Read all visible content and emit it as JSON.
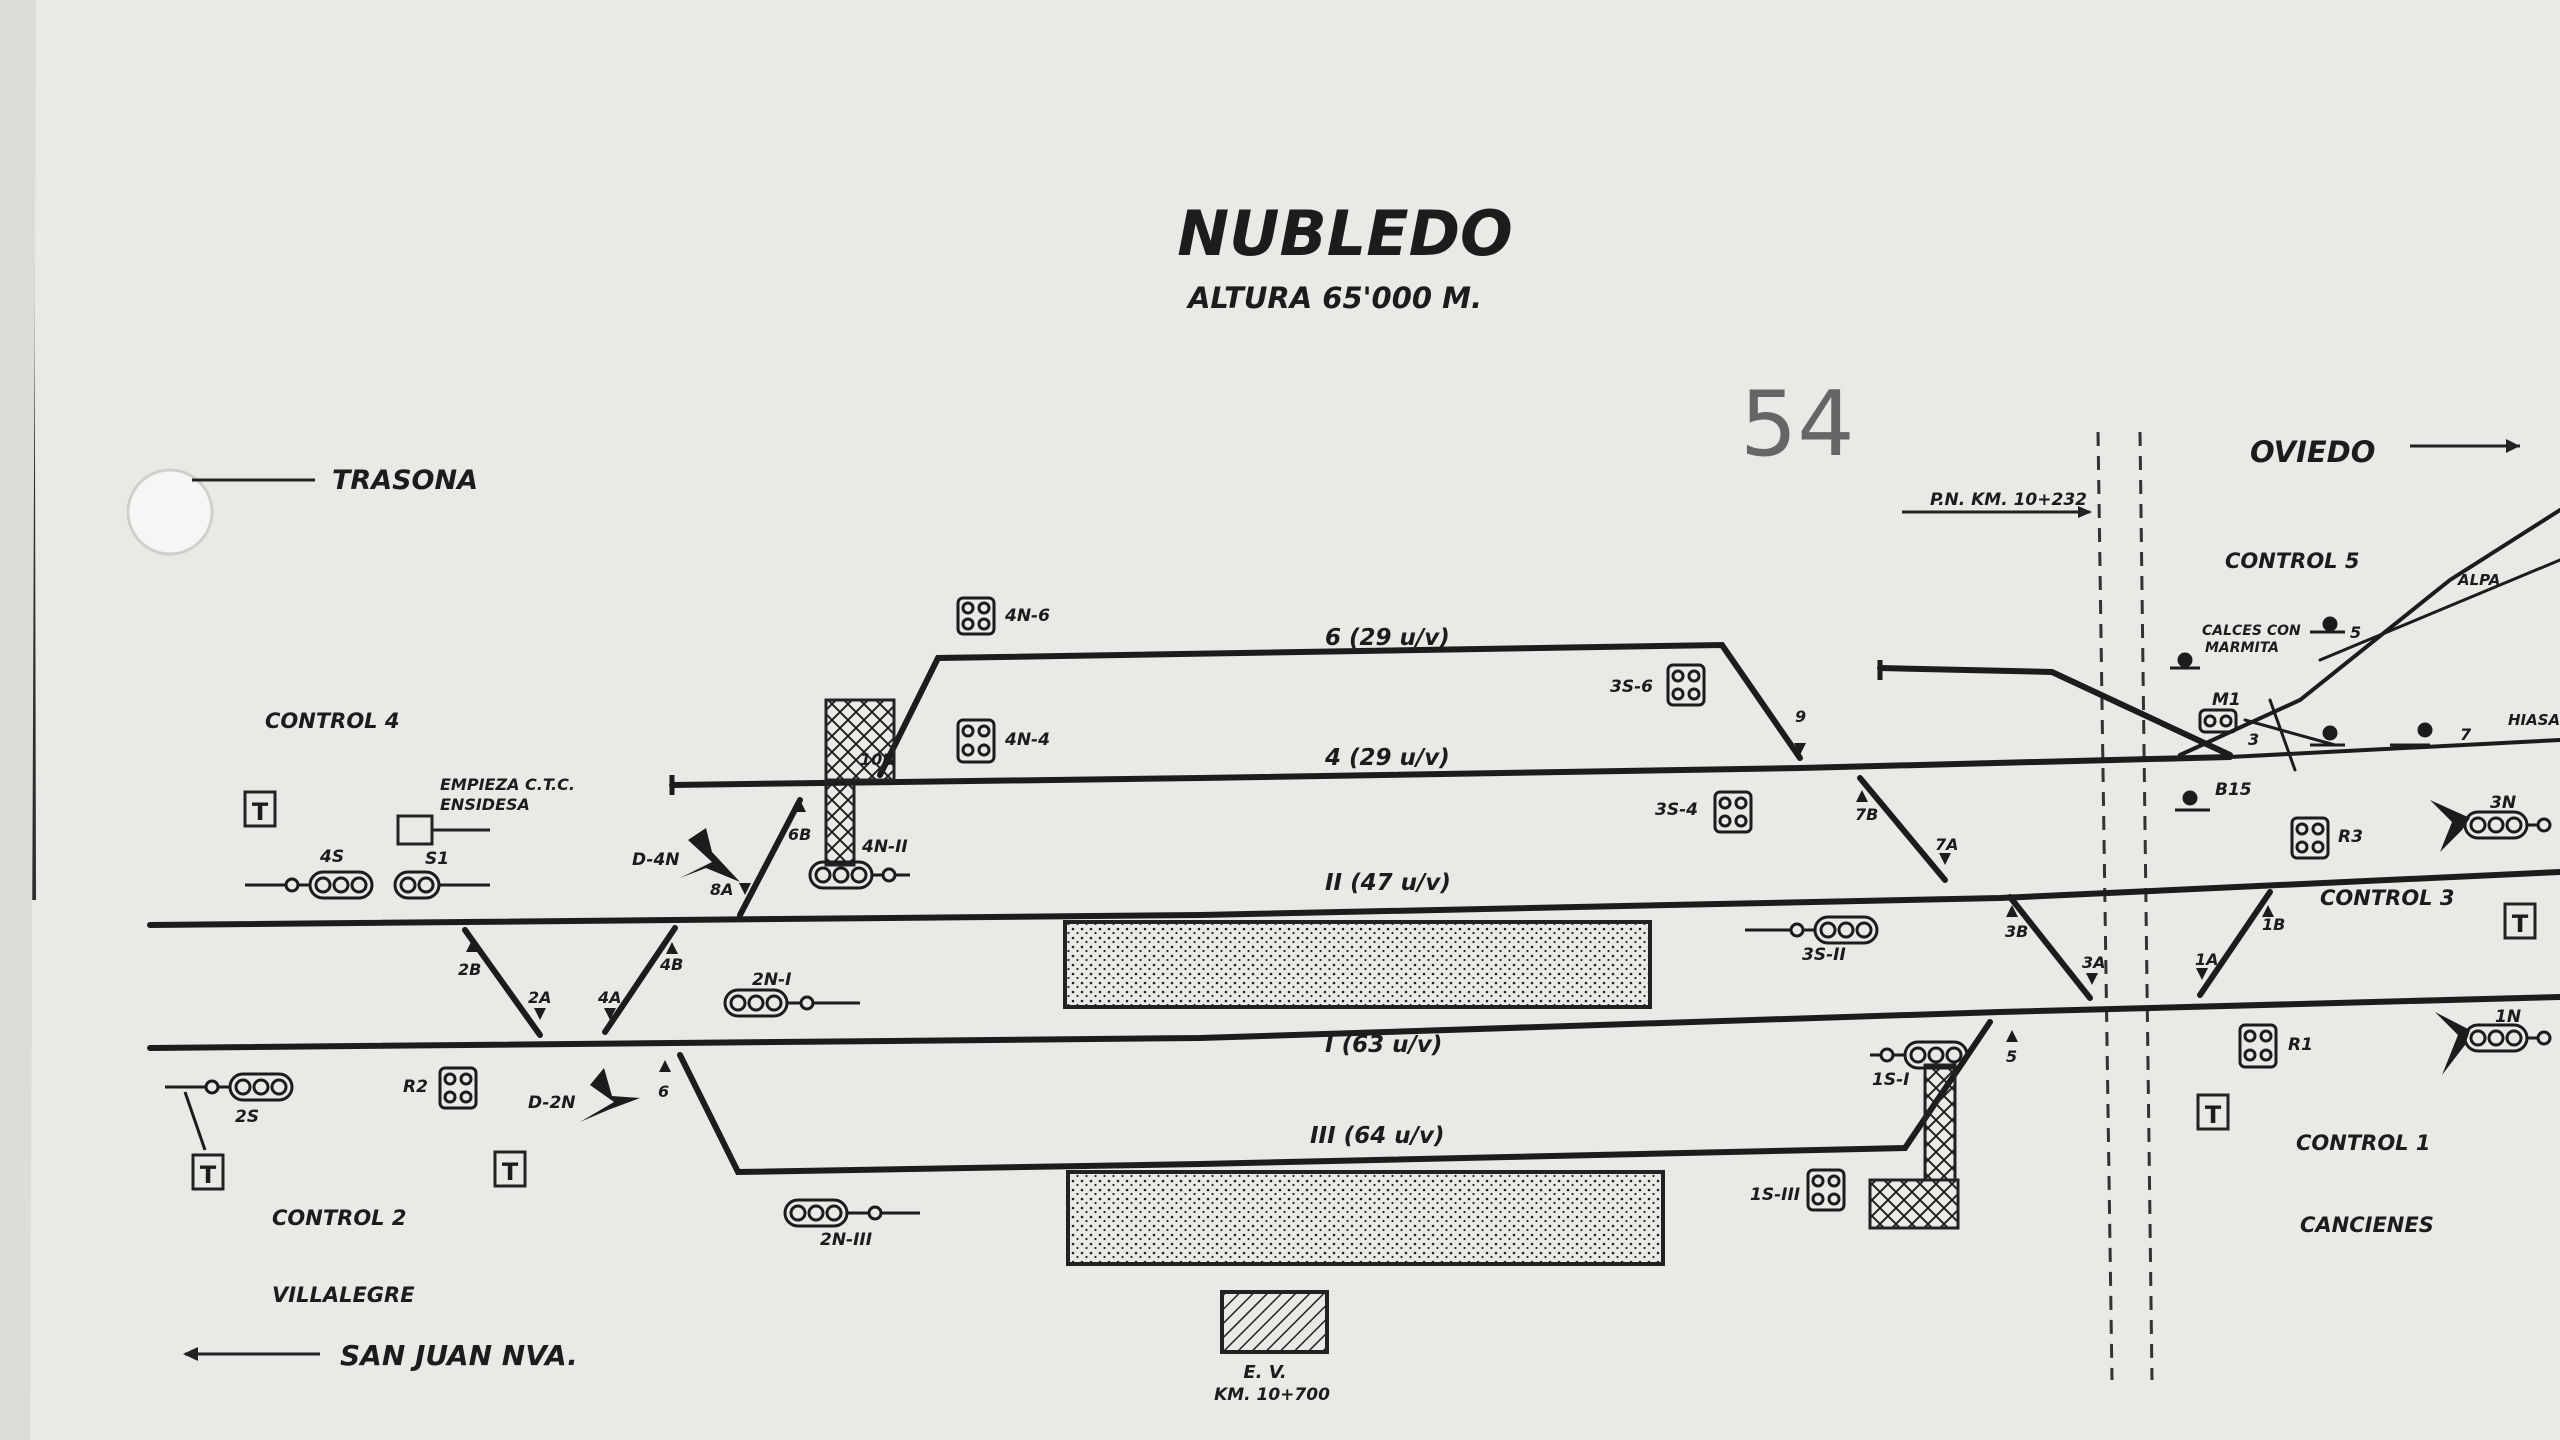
{
  "title": "NUBLEDO",
  "subtitle": "ALTURA  65'000 M.",
  "handwritten_mark": "54",
  "places": {
    "trasona": "TRASONA",
    "oviedo": "OVIEDO",
    "villalegre": "VILLALEGRE",
    "san_juan": "SAN JUAN NVA.",
    "cancienes": "CANCIENES",
    "alpa": "ALPA",
    "hiasa": "HIASA"
  },
  "controls": {
    "c1": "CONTROL  1",
    "c2": "CONTROL  2",
    "c3": "CONTROL  3",
    "c4": "CONTROL  4",
    "c5": "CONTROL  5"
  },
  "notes": {
    "empieza_1": "EMPIEZA  C.T.C.",
    "empieza_2": "ENSIDESA",
    "calces_1": "CALCES  CON",
    "calces_2": "MARMITA",
    "pn": "P.N.  KM.  10+232",
    "ev_1": "E.  V.",
    "ev_2": "KM.  10+700"
  },
  "tracks": {
    "t6": "6  (29 u/v)",
    "t4": "4  (29 u/v)",
    "t2": "II  (47 u/v)",
    "t1": "I  (63 u/v)",
    "t3": "III  (64 u/v)"
  },
  "signals": {
    "s4n6": "4N-6",
    "s4n4": "4N-4",
    "s4n2": "4N-II",
    "s2n1": "2N-I",
    "s2n3": "2N-III",
    "s4s": "4S",
    "s1s": "S1",
    "s2s": "2S",
    "sr2": "R2",
    "sd4n": "D-4N",
    "sd2n": "D-2N",
    "s3s6": "3S-6",
    "s3s4": "3S-4",
    "s3s2": "3S-II",
    "s1s1": "1S-I",
    "s1s3": "1S-III",
    "sr3": "R3",
    "sr1": "R1",
    "s3n": "3N",
    "s1n": "1N",
    "sm1": "M1",
    "sb15": "B15"
  },
  "switches": {
    "w10b": "10B",
    "w6b": "6B",
    "w8a": "8A",
    "w2b": "2B",
    "w2a": "2A",
    "w4a": "4A",
    "w4b": "4B",
    "w6": "6",
    "w9": "9",
    "w7b": "7B",
    "w7a": "7A",
    "w3b": "3B",
    "w3a": "3A",
    "w5": "5",
    "w1a": "1A",
    "w1b": "1B",
    "w3": "3",
    "w5b": "5",
    "w7": "7"
  },
  "t_label": "T"
}
